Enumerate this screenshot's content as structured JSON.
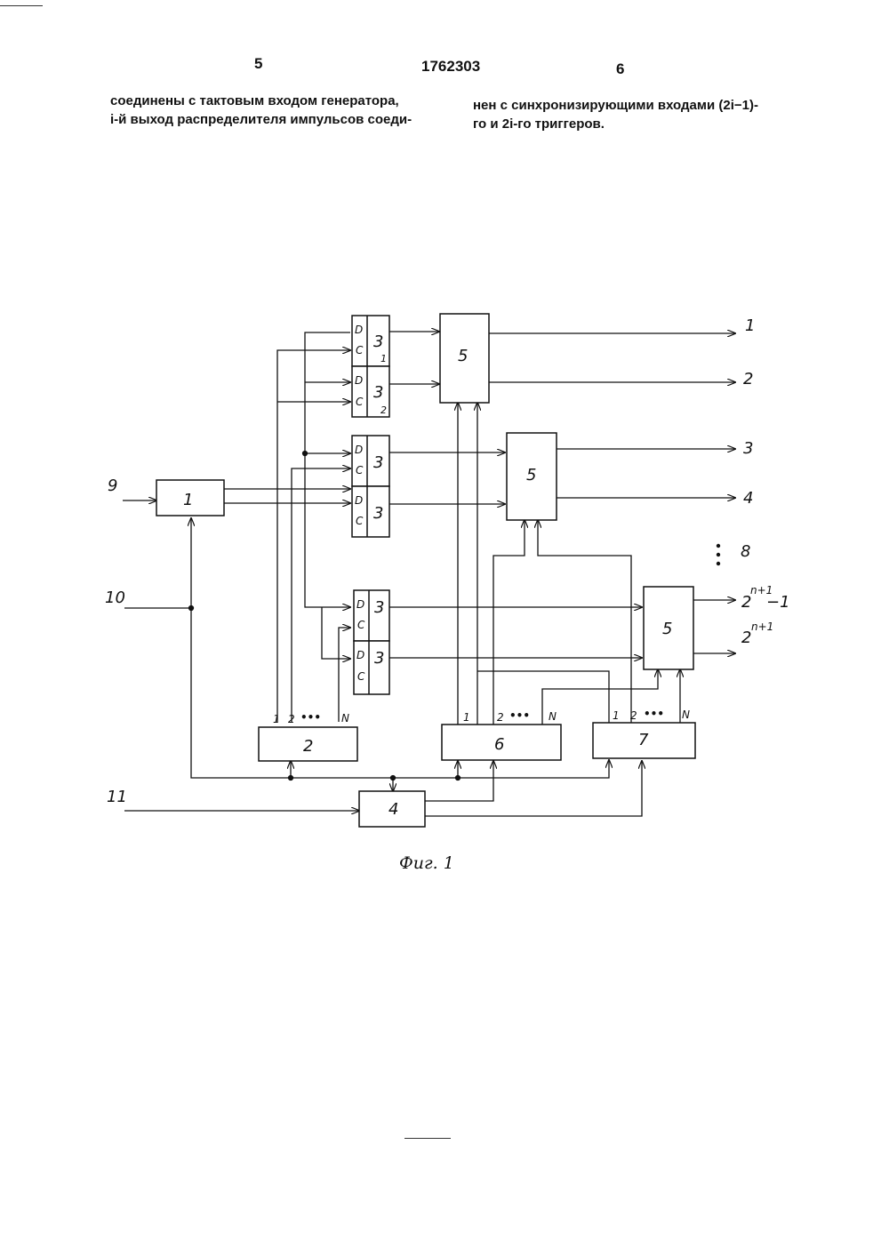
{
  "header": {
    "page_left": "5",
    "patent_number": "1762303",
    "page_right": "6"
  },
  "text": {
    "left_column": [
      "соединены с тактовым входом генератора,",
      "i-й выход распределителя импульсов соеди-"
    ],
    "right_column": [
      "нен с синхронизирующими входами (2i−1)-",
      "го  и  2i-го триггеров."
    ]
  },
  "figure": {
    "caption": "Фиг. 1",
    "blocks": {
      "generator": "1",
      "distributor": "2",
      "trigger": "3",
      "trigger_sub_1": "1",
      "trigger_sub_2": "2",
      "element4": "4",
      "element5": "5",
      "block6": "6",
      "block7": "7"
    },
    "pins": {
      "d": "D",
      "c": "C",
      "p1": "1",
      "p2": "2",
      "dots": "•••",
      "pn": "N"
    },
    "inputs": {
      "in9": "9",
      "in10": "10",
      "in11": "11"
    },
    "outputs": {
      "out1": "1",
      "out2": "2",
      "out3": "3",
      "out4": "4",
      "out_label8": "8",
      "out_base": "2",
      "out_exp": "n+1",
      "out_minus1": "−1"
    },
    "colors": {
      "ink": "#111111",
      "paper": "#ffffff"
    }
  }
}
